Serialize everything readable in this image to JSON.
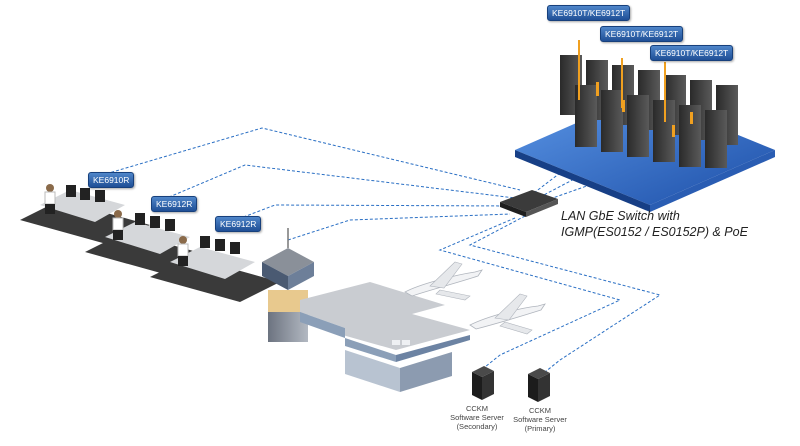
{
  "labels": {
    "rack_top": "KE6910T/KE6912T",
    "rack_middle": "KE6910T/KE6912T",
    "rack_right": "KE6910T/KE6912T",
    "desk_1": "KE6910R",
    "desk_2": "KE6912R",
    "desk_3": "KE6912R"
  },
  "switch": {
    "line1": "LAN GbE Switch with",
    "line2": "IGMP(ES0152 / ES0152P) & PoE"
  },
  "servers": {
    "secondary": {
      "line1": "CCKM",
      "line2": "Software Server",
      "line3": "(Secondary)"
    },
    "primary": {
      "line1": "CCKM",
      "line2": "Software Server",
      "line3": "(Primary)"
    }
  },
  "colors": {
    "link": "#2a6fc4",
    "platform": "#2f6fd1",
    "tag": "#2a5ea8"
  }
}
